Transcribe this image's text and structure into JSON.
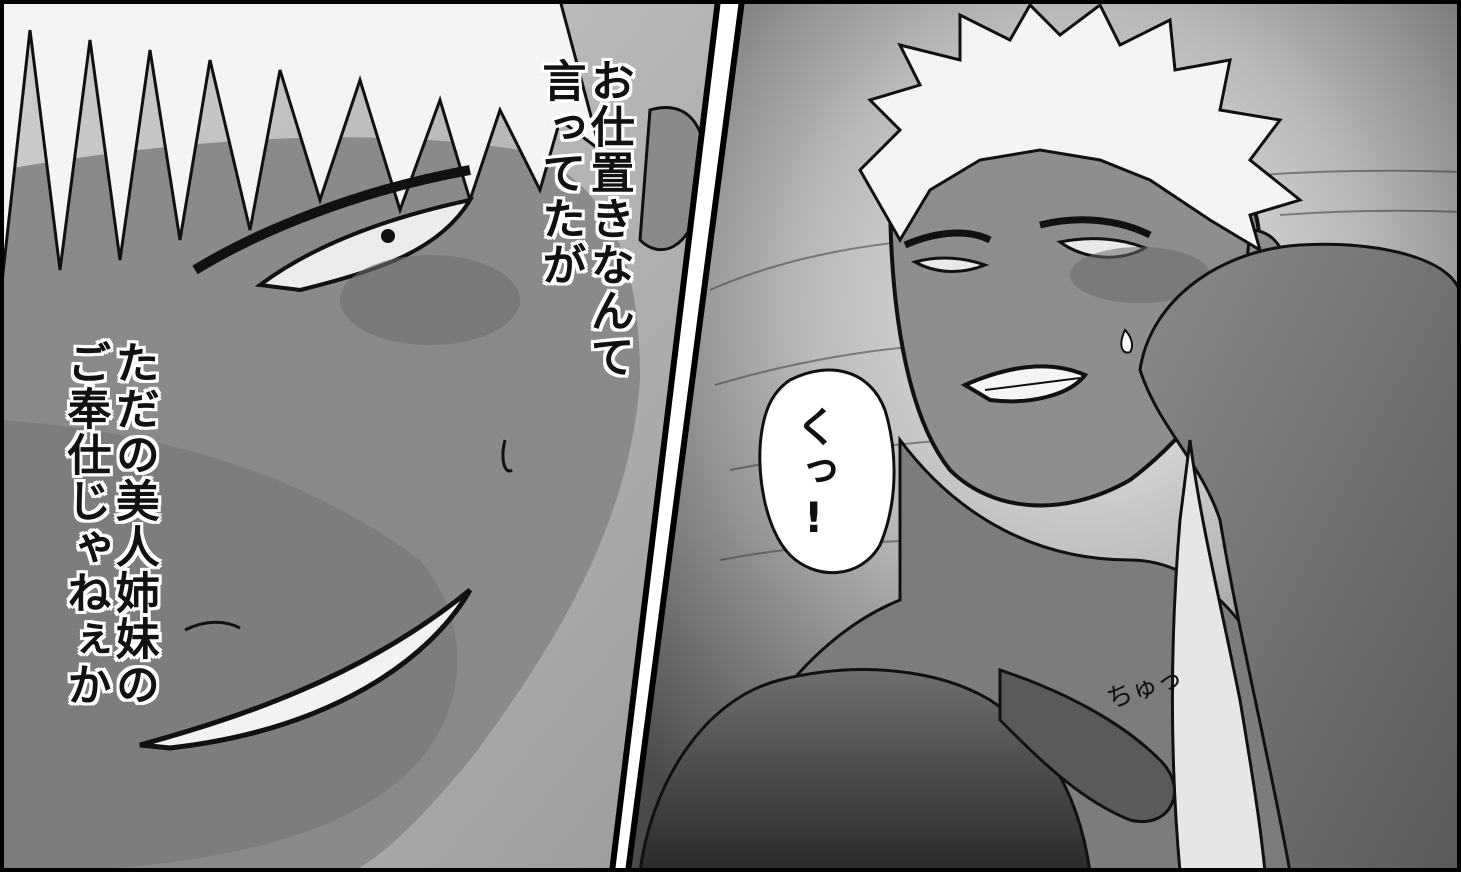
{
  "panels": [
    {
      "name": "left-panel",
      "narration": {
        "lines": [
          "お仕置きなんて",
          "言ってたが"
        ]
      },
      "narration_2": {
        "lines": [
          "ただの美人姉妹の",
          "ご奉仕じゃねぇか"
        ]
      }
    },
    {
      "name": "right-panel",
      "speech_bubble": {
        "text": "くっ!"
      },
      "sfx": {
        "text": "ちゅっ"
      }
    }
  ],
  "palette": {
    "skin_dark": "#7a7a7a",
    "skin_mid": "#8f8f8f",
    "hair_light": "#f2f2f2",
    "bg_gradient_light": "#e6e6e6",
    "bg_gradient_dark": "#555555",
    "ink": "#111111",
    "panel_border": "#000000"
  }
}
